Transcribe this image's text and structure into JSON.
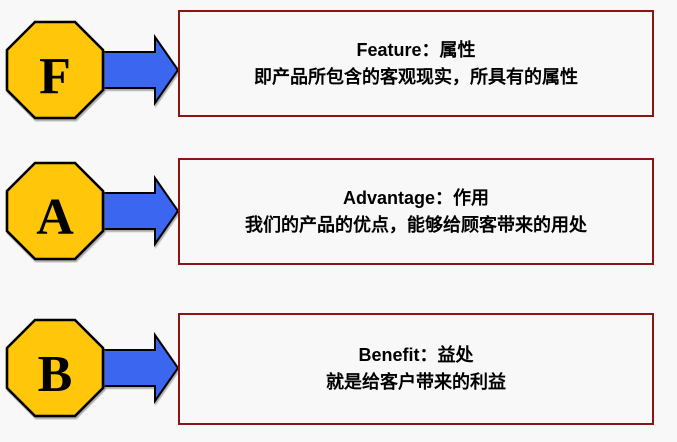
{
  "diagram_title": "FAB selling model diagram",
  "colors": {
    "bg": "#f8f8f8",
    "octagon_fill": "#ffc60a",
    "octagon_stroke": "#000000",
    "arrow_fill": "#3b66ef",
    "arrow_stroke": "#000000",
    "box_border": "#8b1414",
    "text_color": "#000000"
  },
  "rows": [
    {
      "letter": "F",
      "title": "Feature：属性",
      "description": "即产品所包含的客观现实，所具有的属性"
    },
    {
      "letter": "A",
      "title": "Advantage：作用",
      "description": "我们的产品的优点，能够给顾客带来的用处"
    },
    {
      "letter": "B",
      "title": "Benefit：益处",
      "description": "就是给客户带来的利益"
    }
  ]
}
